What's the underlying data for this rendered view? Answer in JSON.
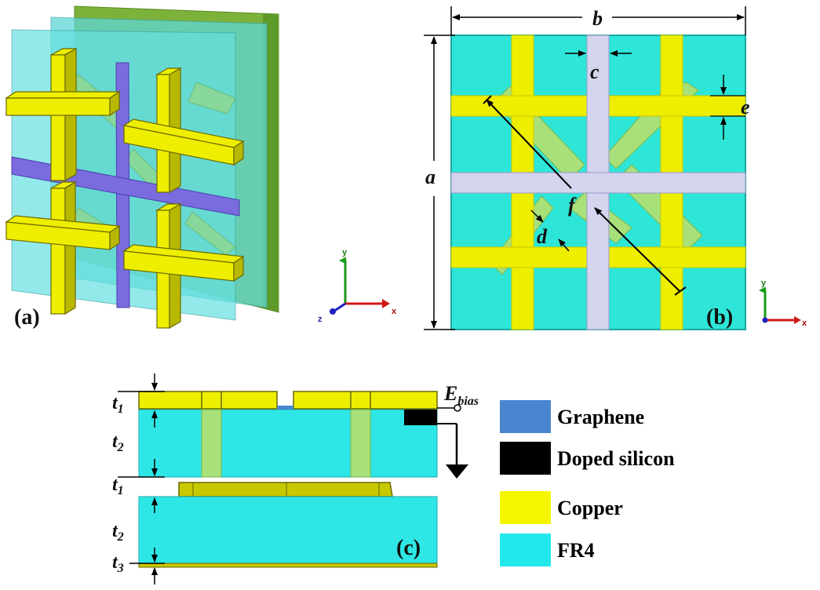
{
  "panels": {
    "a": {
      "label": "(a)",
      "axes": {
        "y": "y",
        "x": "x",
        "z": "z"
      }
    },
    "b": {
      "label": "(b)",
      "dimensions": {
        "a": "a",
        "b": "b",
        "c": "c",
        "d": "d",
        "e": "e",
        "f": "f"
      },
      "axes": {
        "y": "y",
        "x": "x"
      }
    },
    "c": {
      "label": "(c)",
      "layers": {
        "t1_top": "t",
        "t1_top_sub": "1",
        "t2_top": "t",
        "t2_top_sub": "2",
        "t1_mid": "t",
        "t1_mid_sub": "1",
        "t2_bot": "t",
        "t2_bot_sub": "2",
        "t3": "t",
        "t3_sub": "3"
      },
      "bias": {
        "main": "E",
        "sub": "bias"
      }
    }
  },
  "legend": {
    "items": [
      {
        "label": "Graphene",
        "color": "#4a86d0"
      },
      {
        "label": "Doped silicon",
        "color": "#000000"
      },
      {
        "label": "Copper",
        "color": "#f5f500"
      },
      {
        "label": "FR4",
        "color": "#22e8ec"
      }
    ]
  },
  "colors": {
    "fr4": "#2ee6d8",
    "fr4_glass": "#5fd6d6",
    "copper": "#eeee00",
    "copper_dark": "#b8b800",
    "graphene_panel_a": "#7a6cde",
    "silicon_strip_panel_b": "#d4d4ee",
    "via_green": "#a8e07a",
    "backplate_green": "#7cb23a"
  }
}
